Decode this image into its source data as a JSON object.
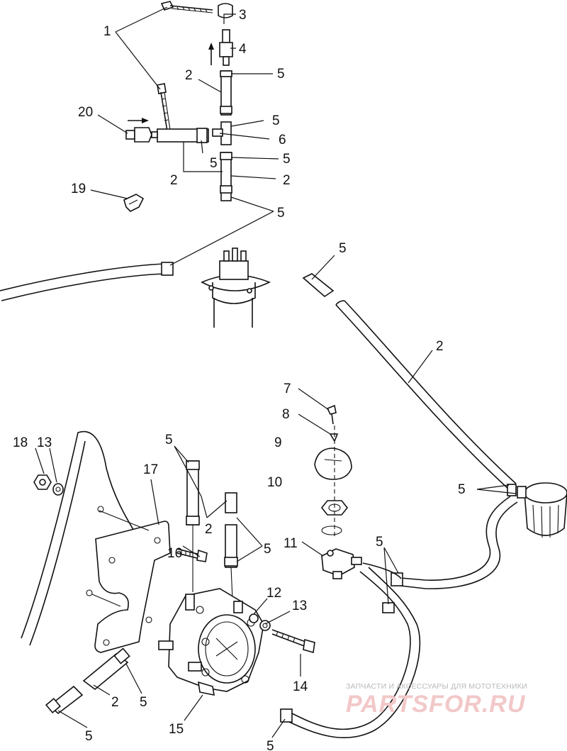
{
  "callouts": [
    {
      "id": "c1",
      "label": "1"
    },
    {
      "id": "c3",
      "label": "3"
    },
    {
      "id": "c4",
      "label": "4"
    },
    {
      "id": "c2a",
      "label": "2"
    },
    {
      "id": "c5a",
      "label": "5"
    },
    {
      "id": "c20",
      "label": "20"
    },
    {
      "id": "c5b",
      "label": "5"
    },
    {
      "id": "c6",
      "label": "6"
    },
    {
      "id": "c5c",
      "label": "5"
    },
    {
      "id": "c5d",
      "label": "5"
    },
    {
      "id": "c2b",
      "label": "2"
    },
    {
      "id": "c2c",
      "label": "2"
    },
    {
      "id": "c19",
      "label": "19"
    },
    {
      "id": "c5e",
      "label": "5"
    },
    {
      "id": "c5f",
      "label": "5"
    },
    {
      "id": "c2d",
      "label": "2"
    },
    {
      "id": "c7",
      "label": "7"
    },
    {
      "id": "c8",
      "label": "8"
    },
    {
      "id": "c9",
      "label": "9"
    },
    {
      "id": "c10",
      "label": "10"
    },
    {
      "id": "c5g",
      "label": "5"
    },
    {
      "id": "c18",
      "label": "18"
    },
    {
      "id": "c13a",
      "label": "13"
    },
    {
      "id": "c17",
      "label": "17"
    },
    {
      "id": "c5h",
      "label": "5"
    },
    {
      "id": "c2e",
      "label": "2"
    },
    {
      "id": "c5i",
      "label": "5"
    },
    {
      "id": "c16",
      "label": "16"
    },
    {
      "id": "c11",
      "label": "11"
    },
    {
      "id": "c5j",
      "label": "5"
    },
    {
      "id": "c12",
      "label": "12"
    },
    {
      "id": "c13b",
      "label": "13"
    },
    {
      "id": "c14",
      "label": "14"
    },
    {
      "id": "c2f",
      "label": "2"
    },
    {
      "id": "c5k",
      "label": "5"
    },
    {
      "id": "c5l",
      "label": "5"
    },
    {
      "id": "c15",
      "label": "15"
    },
    {
      "id": "c5m",
      "label": "5"
    }
  ],
  "watermark": {
    "tagline": "ЗАПЧАСТИ И АКСЕССУАРЫ ДЛЯ МОТОТЕХНИКИ",
    "brand": "PARTSFOR.RU"
  }
}
